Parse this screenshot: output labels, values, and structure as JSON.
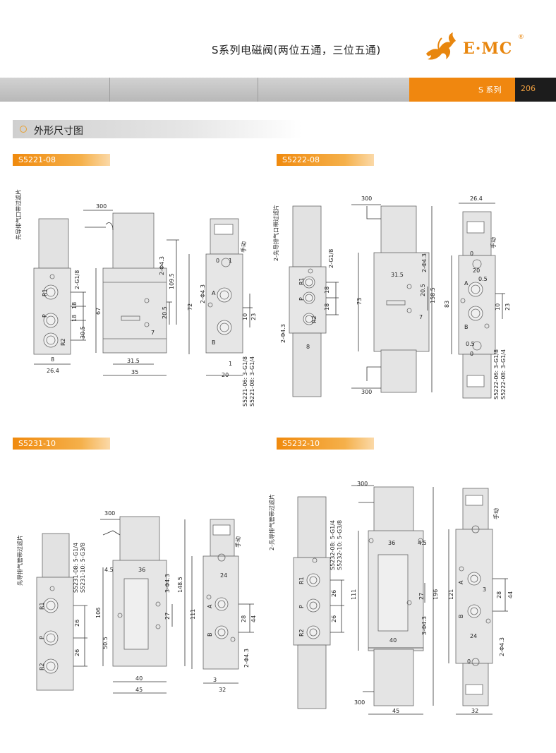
{
  "header": {
    "title": "S系列电磁阀(两位五通，三位五通)",
    "brand": "E·MC",
    "registered_mark": "®",
    "series_label": "S 系列",
    "page_number": "206"
  },
  "section": {
    "title": "外形尺寸图"
  },
  "models": [
    {
      "id": "S5221-08"
    },
    {
      "id": "S5222-08"
    },
    {
      "id": "S5231-10"
    },
    {
      "id": "S5232-10"
    }
  ],
  "s5221": {
    "note_filter": "先导排气口带过滤片",
    "port_r1": "R1",
    "port_p": "P",
    "port_r2": "R2",
    "port_a": "A",
    "port_b": "B",
    "thread": "2-G1/8",
    "d18a": "18",
    "d18b": "18",
    "d305": "30.5",
    "d8": "8",
    "d264": "26.4",
    "d300": "300",
    "hole": "2-Φ4.3",
    "d1095": "109.5",
    "d67": "67",
    "d205": "20.5",
    "d7": "7",
    "d315": "31.5",
    "d35": "35",
    "manual": "手动",
    "d0": "0",
    "d1": "1",
    "hole2": "2-Φ4.3",
    "d72": "72",
    "d10": "10",
    "d23": "23",
    "d1b": "1",
    "d20": "20",
    "note_06": "S5221-06: 3-G1/8",
    "note_08": "S5221-08: 3-G1/4"
  },
  "s5222": {
    "note_filter": "2-先导排气口带过滤片",
    "thread": "2-G1/8",
    "port_r1": "R1",
    "port_p": "P",
    "port_r2": "R2",
    "port_a": "A",
    "port_b": "B",
    "d18a": "18",
    "d18b": "18",
    "hole": "2-Φ4.3",
    "d8": "8",
    "d300": "300",
    "d315": "31.5",
    "hole2": "2-Φ4.3",
    "d73": "73",
    "d205": "20.5",
    "d1585": "158.5",
    "d7": "7",
    "d300b": "300",
    "d264": "26.4",
    "manual": "手动",
    "d0": "0",
    "d20": "20",
    "d05": "0.5",
    "d83": "83",
    "d10": "10",
    "d23": "23",
    "d05b": "0.5",
    "d0b": "0",
    "note_06": "S5222-06: 3-G1/8",
    "note_08": "S5222-08: 3-G1/4"
  },
  "s5231": {
    "note_filter": "先导排气管带过滤片",
    "port_r1": "R1",
    "port_p": "P",
    "port_r2": "R2",
    "port_a": "A",
    "port_b": "B",
    "note_08": "S5231-08: 5-G1/4",
    "note_10": "S5231-10: 5-G3/8",
    "d26a": "26",
    "d26b": "26",
    "d300": "300",
    "d45": "4.5",
    "d36": "36",
    "hole": "3-Φ4.3",
    "d1485": "148.5",
    "d106": "106",
    "d27": "27",
    "d505": "50.5",
    "d40": "40",
    "d45b": "45",
    "manual": "手动",
    "d24": "24",
    "d111": "111",
    "d28": "28",
    "d44": "44",
    "hole2": "2-Φ4.3",
    "d3": "3",
    "d32": "32"
  },
  "s5232": {
    "note_filter": "2-先导排气管带过滤片",
    "note_08": "S5232-08: 5-G1/4",
    "note_10": "S5232-10: 5-G3/8",
    "port_r1": "R1",
    "port_p": "P",
    "port_r2": "R2",
    "port_a": "A",
    "port_b": "B",
    "d26a": "26",
    "d26b": "26",
    "d300": "300",
    "d36": "36",
    "d45": "4.5",
    "d111": "111",
    "d27": "27",
    "d196": "196",
    "hole": "3-Φ4.3",
    "d40": "40",
    "d300b": "300",
    "d45b": "45",
    "manual": "手动",
    "d3": "3",
    "d28": "28",
    "d44": "44",
    "d121": "121",
    "d24": "24",
    "hole2": "2-Φ4.3",
    "d0": "0",
    "d32": "32"
  },
  "colors": {
    "accent": "#f0870f",
    "band": "#c4c4c4",
    "dark": "#1c1c1c"
  }
}
